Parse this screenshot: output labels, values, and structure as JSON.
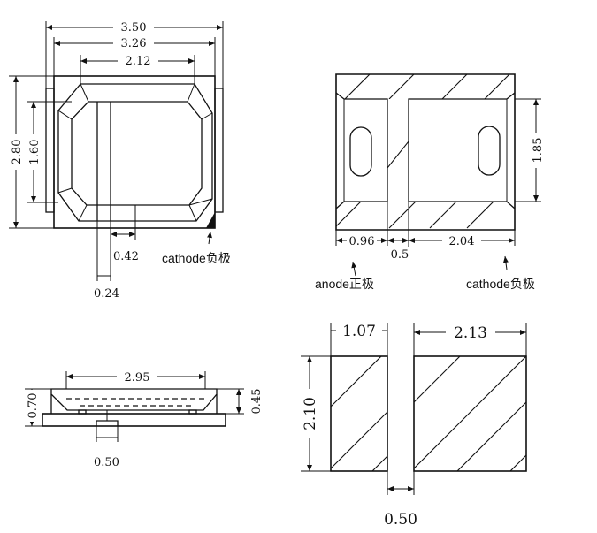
{
  "top_view": {
    "dim_total_width": "3.50",
    "dim_inner_width": "3.26",
    "dim_window_width": "2.12",
    "dim_height": "2.80",
    "dim_inner_height": "1.60",
    "dim_gap": "0.42",
    "dim_offset": "0.24",
    "label_cathode": "cathode负极"
  },
  "pad_view": {
    "dim_pad_height": "1.85",
    "dim_anode": "0.96",
    "dim_gap": "0.5",
    "dim_cathode": "2.04",
    "label_anode": "anode正极",
    "label_cathode": "cathode负极"
  },
  "side_view": {
    "dim_width": "2.95",
    "dim_height_total": "0.70",
    "dim_height_body": "0.45",
    "dim_foot": "0.50"
  },
  "footprint": {
    "dim_left": "1.07",
    "dim_right": "2.13",
    "dim_height": "2.10",
    "dim_gap": "0.50"
  }
}
